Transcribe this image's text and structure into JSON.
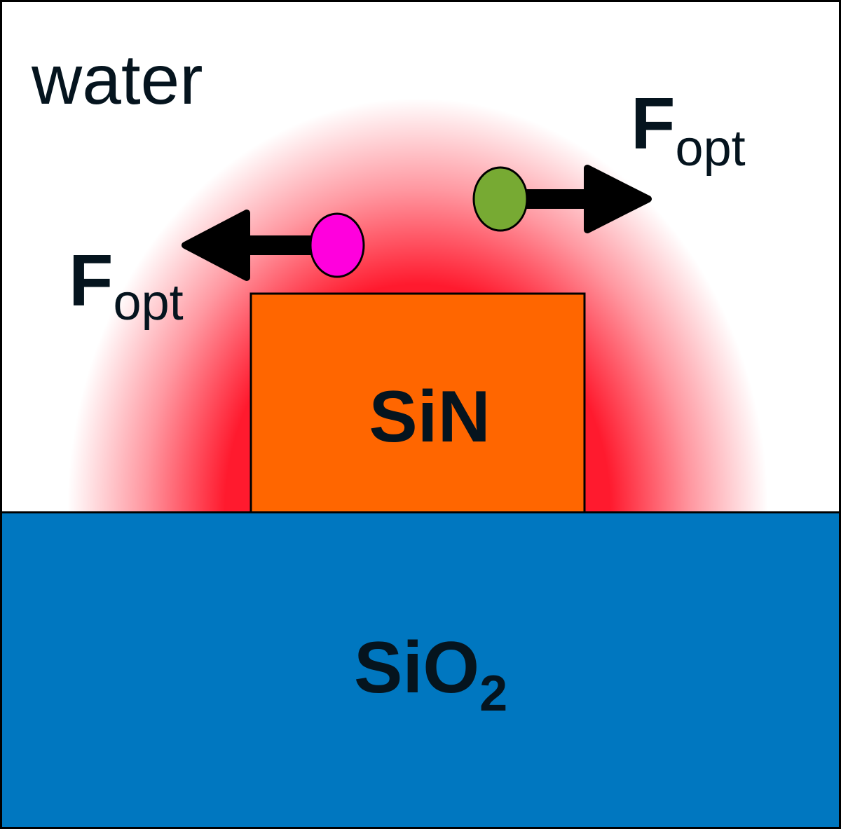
{
  "labels": {
    "medium_top": "water",
    "waveguide": "SiN",
    "substrate_main": "SiO",
    "substrate_sub": "2",
    "force_left_main": "F",
    "force_left_sub": "opt",
    "force_right_main": "F",
    "force_right_sub": "opt"
  },
  "colors": {
    "water": "#ffffff",
    "field_glow": "#ff1a2e",
    "waveguide": "#ff6600",
    "substrate": "#0077c0",
    "particle_left": "#ff00dd",
    "particle_right": "#77aa33",
    "arrow": "#000000",
    "outline": "#000000",
    "text": "#05141e"
  },
  "icons": {
    "particle_left": "particle-circle",
    "particle_right": "particle-circle",
    "arrow_left": "arrow-left-icon",
    "arrow_right": "arrow-right-icon"
  }
}
